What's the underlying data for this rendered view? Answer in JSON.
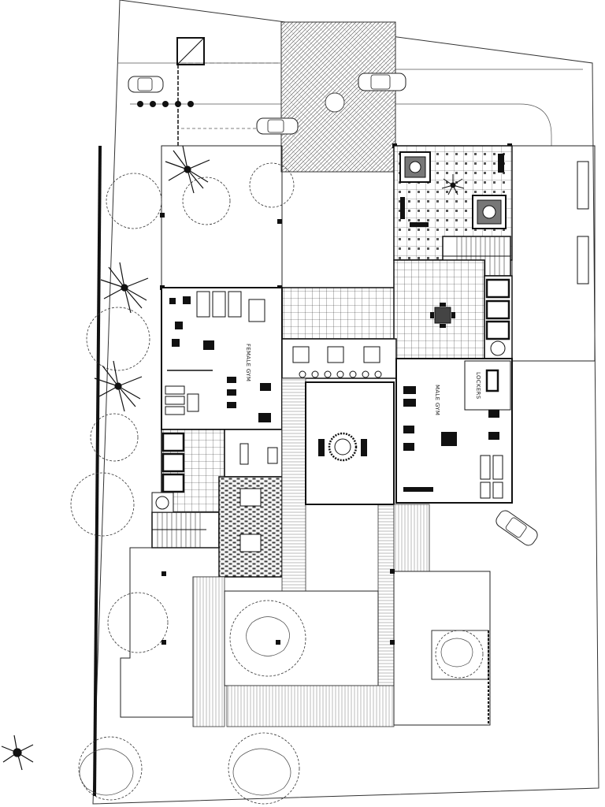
{
  "labels": {
    "female_gym": "FEMALE GYM",
    "male_gym": "MALE GYM",
    "lockers": "LOCKERS"
  },
  "colors": {
    "line": "#1a1a1a",
    "paving": "#555555",
    "background": "#ffffff"
  },
  "symbols": {
    "tree": "tree-canopy-icon",
    "palm": "palm-tree-icon",
    "car": "car-icon",
    "table": "dining-table-icon",
    "treadmill": "treadmill-icon",
    "stairs": "stairs-icon"
  }
}
